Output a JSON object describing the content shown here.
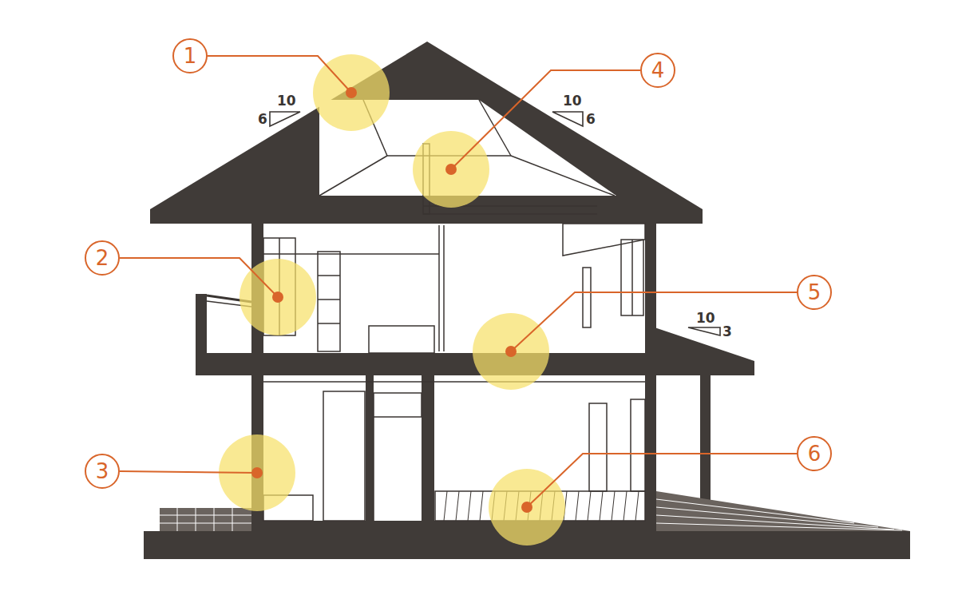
{
  "diagram": {
    "nodes": [
      {
        "text": [
          "1"
        ]
      },
      {
        "text": [
          "2"
        ]
      },
      {
        "text": [
          "3"
        ]
      },
      {
        "text": [
          "4"
        ]
      },
      {
        "text": [
          "5"
        ]
      },
      {
        "text": [
          "6"
        ]
      }
    ],
    "labels": [
      "10",
      "6",
      "10",
      "6",
      "10",
      "3"
    ]
  }
}
